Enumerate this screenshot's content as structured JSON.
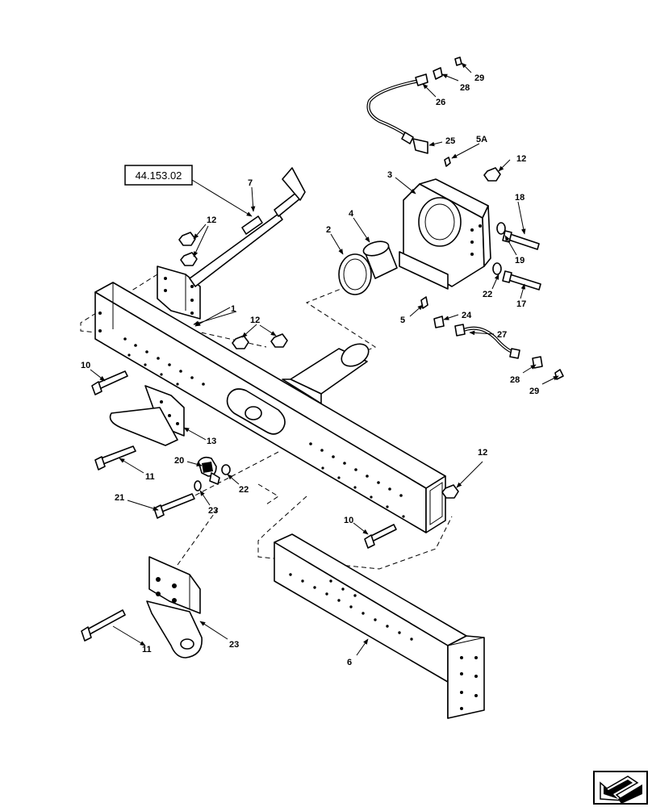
{
  "reference_box": {
    "text": "44.153.02"
  },
  "callouts": {
    "c1": "1",
    "c2": "2",
    "c3": "3",
    "c4": "4",
    "c5": "5",
    "c5a": "5A",
    "c6": "6",
    "c7": "7",
    "c10a": "10",
    "c10b": "10",
    "c11a": "11",
    "c11b": "11",
    "c12a": "12",
    "c12b": "12",
    "c12c": "12",
    "c12d": "12",
    "c13": "13",
    "c17": "17",
    "c18": "18",
    "c19": "19",
    "c20": "20",
    "c21": "21",
    "c22a": "22",
    "c22b": "22",
    "c23a": "23",
    "c23b": "23",
    "c24": "24",
    "c25": "25",
    "c26": "26",
    "c27": "27",
    "c28a": "28",
    "c28b": "28",
    "c29a": "29",
    "c29b": "29"
  },
  "icons": {
    "nav": "next-page-arrow-icon"
  }
}
